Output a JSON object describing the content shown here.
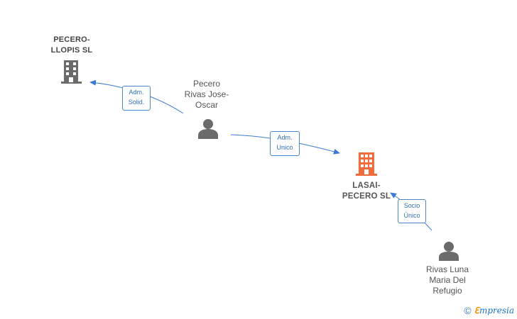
{
  "nodes": {
    "pecero_llopis": {
      "label_line1": "PECERO-",
      "label_line2": "LLOPIS  SL",
      "type": "company",
      "icon": "building-icon",
      "color": "#6b6b6b"
    },
    "pecero_rivas": {
      "label_line1": "Pecero",
      "label_line2": "Rivas Jose-",
      "label_line3": "Oscar",
      "type": "person",
      "icon": "person-icon",
      "color": "#6b6b6b"
    },
    "lasai_pecero": {
      "label_line1": "LASAI-",
      "label_line2": "PECERO  SL",
      "type": "company",
      "icon": "building-icon",
      "color": "#f26b3a"
    },
    "rivas_luna": {
      "label_line1": "Rivas Luna",
      "label_line2": "Maria Del",
      "label_line3": "Refugio",
      "type": "person",
      "icon": "person-icon",
      "color": "#6b6b6b"
    }
  },
  "edges": {
    "adm_solid": {
      "line1": "Adm.",
      "line2": "Solid."
    },
    "adm_unico": {
      "line1": "Adm.",
      "line2": "Unico"
    },
    "socio_unico": {
      "line1": "Socio",
      "line2": "Único"
    }
  },
  "edge_color": "#3a7bd5",
  "copyright": {
    "symbol": "©",
    "brand_initial": "ℇ",
    "brand_rest": "mpresia"
  }
}
